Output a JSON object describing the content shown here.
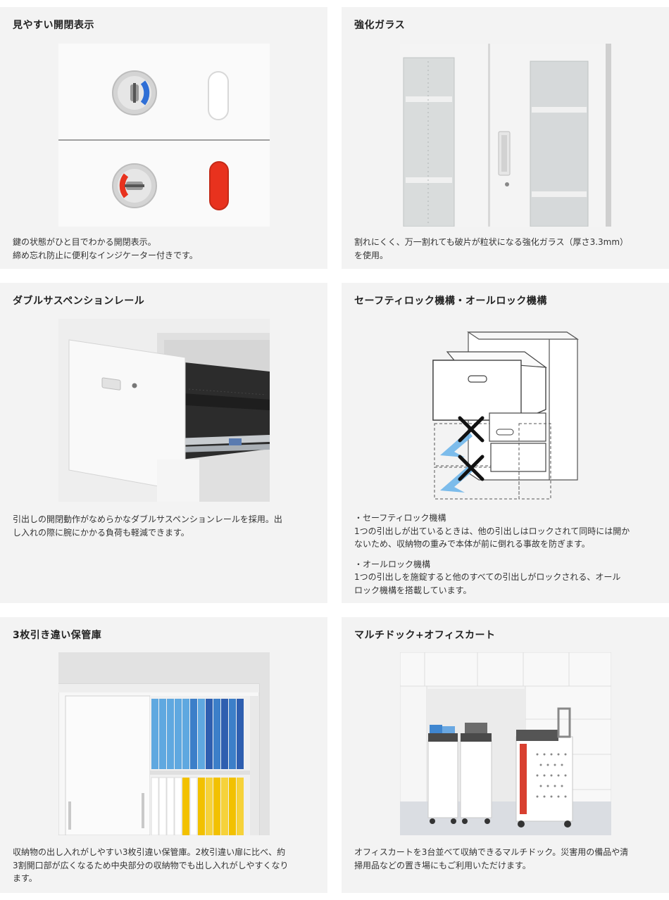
{
  "features": [
    {
      "title": "見やすい開閉表示",
      "lines": [
        "鍵の状態がひと目でわかる開閉表示。",
        "締め忘れ防止に便利なインジケーター付きです。"
      ]
    },
    {
      "title": "強化ガラス",
      "lines": [
        "割れにくく、万一割れても破片が粒状になる強化ガラス（厚さ3.3mm）",
        "を使用。"
      ]
    },
    {
      "title": "ダブルサスペンションレール",
      "lines": [
        "引出しの開閉動作がなめらかなダブルサスペンションレールを採用。出",
        "し入れの際に腕にかかる負荷も軽減できます。"
      ]
    },
    {
      "title": "セーフティロック機構・オールロック機構",
      "blocks": [
        {
          "heading": "・セーフティロック機構",
          "lines": [
            "1つの引出しが出ているときは、他の引出しはロックされて同時には開か",
            "ないため、収納物の重みで本体が前に倒れる事故を防ぎます。"
          ]
        },
        {
          "heading": "・オールロック機構",
          "lines": [
            "1つの引出しを施錠すると他のすべての引出しがロックされる、オール",
            "ロック機構を搭載しています。"
          ]
        }
      ]
    },
    {
      "title": "3枚引き違い保管庫",
      "lines": [
        "収納物の出し入れがしやすい3枚引違い保管庫。2枚引違い扉に比べ、約",
        "3割開口部が広くなるため中央部分の収納物でも出し入れがしやすくなり",
        "ます。"
      ]
    },
    {
      "title": "マルチドック+オフィスカート",
      "lines": [
        "オフィスカートを3台並べて収納できるマルチドック。災害用の備品や清",
        "掃用品などの置き場にもご利用いただけます。"
      ]
    }
  ],
  "icons": {
    "lock_unlocked": "key-lock-unlocked-icon",
    "lock_locked": "key-lock-locked-icon",
    "indicator_open": "indicator-white-icon",
    "indicator_closed": "indicator-red-icon"
  },
  "colors": {
    "card_bg": "#f3f3f3",
    "indicator_red": "#e8321e",
    "indicator_blue": "#2f6fd6",
    "arrow_blue": "#6fb6ea"
  }
}
